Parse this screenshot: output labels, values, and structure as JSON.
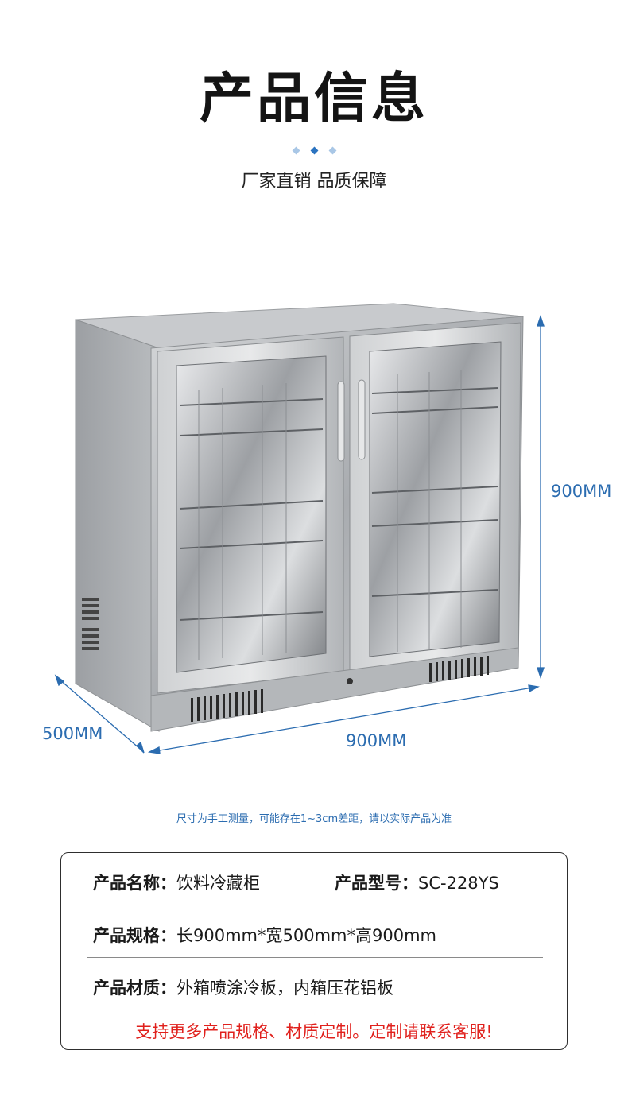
{
  "header": {
    "title": "产品信息",
    "subtitle": "厂家直销 品质保障",
    "dot_colors": [
      "#a9c7e6",
      "#2b73c0",
      "#a9c7e6"
    ]
  },
  "product": {
    "dimensions": {
      "height_label": "900MM",
      "width_label": "900MM",
      "depth_label": "500MM"
    },
    "note": "尺寸为手工测量，可能存在1~3cm差距，请以实际产品为准"
  },
  "specs": {
    "name_label": "产品名称：",
    "name_value": "饮料冷藏柜",
    "model_label": "产品型号：",
    "model_value": "SC-228YS",
    "size_label": "产品规格：",
    "size_value": "长900mm*宽500mm*高900mm",
    "material_label": "产品材质：",
    "material_value": "外箱喷涂冷板，内箱压花铝板",
    "promo": "支持更多产品规格、材质定制。定制请联系客服!"
  },
  "colors": {
    "accent_blue": "#2b6cb0",
    "promo_red": "#e0201c"
  }
}
